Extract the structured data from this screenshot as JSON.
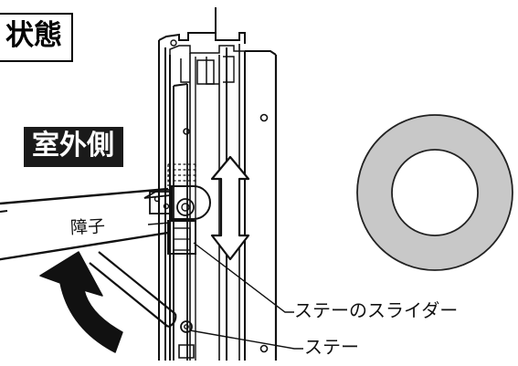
{
  "labels": {
    "state_tag": "状態",
    "outside_tag": "室外側",
    "sash": "障子",
    "slider_callout": "ステーのスライダー",
    "stay_callout": "ステー"
  },
  "colors": {
    "line": "#111111",
    "dark_label_bg": "#1a1a1a",
    "ring_gray": "#c8c8c8"
  }
}
